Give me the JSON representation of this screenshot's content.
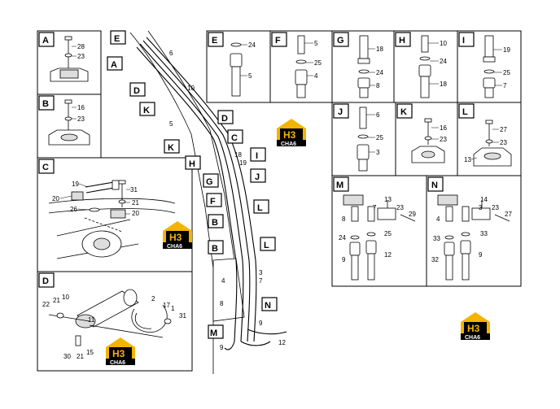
{
  "panels": [
    {
      "id": "A",
      "label": "A",
      "parts": [
        "28",
        "23"
      ]
    },
    {
      "id": "B",
      "label": "B",
      "parts": [
        "16",
        "23"
      ]
    },
    {
      "id": "C",
      "label": "C",
      "parts": [
        "19",
        "31",
        "20",
        "21",
        "26",
        "20"
      ]
    },
    {
      "id": "D",
      "label": "D",
      "parts": [
        "22",
        "21",
        "10",
        "2",
        "17",
        "1",
        "11",
        "31",
        "30",
        "21",
        "15"
      ]
    },
    {
      "id": "E",
      "label": "E",
      "parts": [
        "24",
        "5"
      ]
    },
    {
      "id": "F",
      "label": "F",
      "parts": [
        "5",
        "25",
        "4"
      ]
    },
    {
      "id": "G",
      "label": "G",
      "parts": [
        "18",
        "24",
        "8"
      ]
    },
    {
      "id": "H",
      "label": "H",
      "parts": [
        "10",
        "24",
        "18"
      ]
    },
    {
      "id": "I",
      "label": "I",
      "parts": [
        "19",
        "25",
        "7"
      ]
    },
    {
      "id": "J",
      "label": "J",
      "parts": [
        "6",
        "25",
        "3"
      ]
    },
    {
      "id": "K",
      "label": "K",
      "parts": [
        "16",
        "23"
      ]
    },
    {
      "id": "L",
      "label": "L",
      "parts": [
        "27",
        "23",
        "13"
      ]
    },
    {
      "id": "M",
      "label": "M",
      "parts": [
        "13",
        "7",
        "23",
        "29",
        "8",
        "25",
        "24",
        "12",
        "9"
      ]
    },
    {
      "id": "N",
      "label": "N",
      "parts": [
        "14",
        "3",
        "23",
        "27",
        "4",
        "33",
        "33",
        "9",
        "32"
      ]
    }
  ],
  "main": {
    "tags": [
      "E",
      "A",
      "D",
      "K",
      "D",
      "C",
      "K",
      "H",
      "I",
      "G",
      "J",
      "F",
      "L",
      "B",
      "B",
      "L",
      "N",
      "M"
    ],
    "parts": [
      "6",
      "10",
      "5",
      "18",
      "19",
      "3",
      "4",
      "7",
      "8",
      "9",
      "9",
      "12"
    ]
  },
  "logo": {
    "mark": "H3",
    "sub": "CHA6"
  }
}
